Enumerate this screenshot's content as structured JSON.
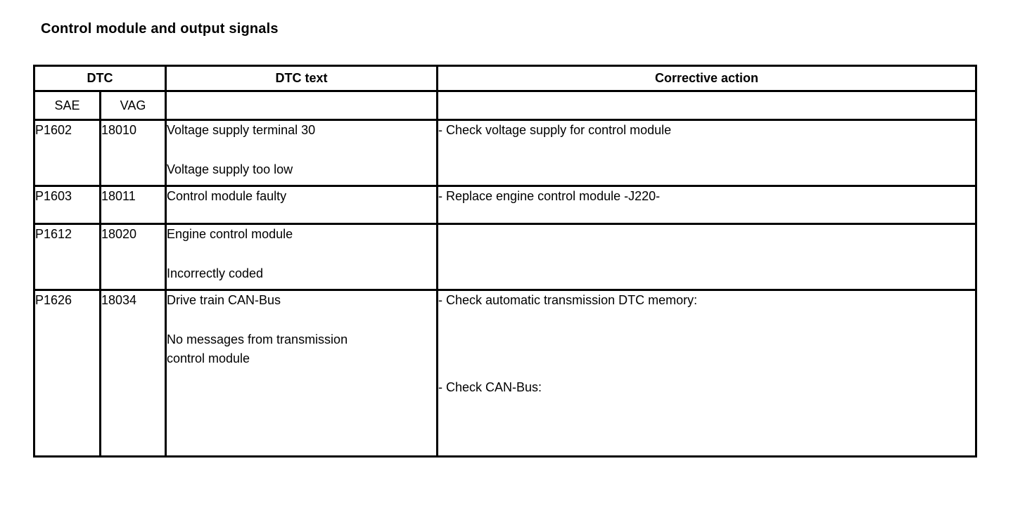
{
  "page": {
    "title": "Control module and output signals"
  },
  "table": {
    "header": {
      "dtc": "DTC",
      "dtc_text": "DTC text",
      "corrective_action": "Corrective action",
      "sae": "SAE",
      "vag": "VAG"
    },
    "rows": [
      {
        "sae": "P1602",
        "vag": "18010",
        "dtc_text": [
          "Voltage supply terminal 30",
          "Voltage supply too low"
        ],
        "actions": [
          "- Check voltage supply for control module"
        ]
      },
      {
        "sae": "P1603",
        "vag": "18011",
        "dtc_text": [
          "Control module faulty"
        ],
        "actions": [
          "- Replace engine control module -J220-"
        ]
      },
      {
        "sae": "P1612",
        "vag": "18020",
        "dtc_text": [
          "Engine control module",
          "Incorrectly coded"
        ],
        "actions": []
      },
      {
        "sae": "P1626",
        "vag": "18034",
        "dtc_text": [
          "Drive train CAN-Bus",
          "No messages from transmission control module"
        ],
        "actions": [
          "- Check automatic transmission DTC memory:",
          "- Check CAN-Bus:"
        ]
      }
    ]
  }
}
